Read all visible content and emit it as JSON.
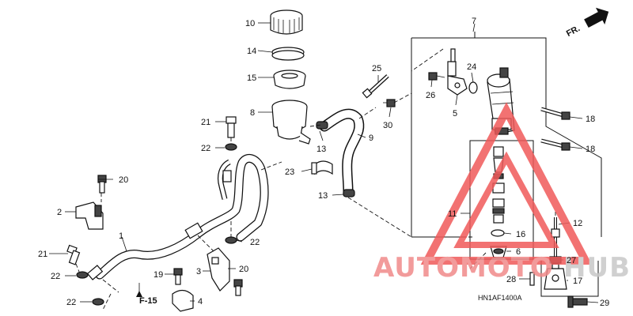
{
  "diagram_code": "HN1AF1400A",
  "direction_label": "FR.",
  "section_ref": "F-15",
  "watermark": {
    "part1": "AUTOMOTO",
    "part2": "HUB",
    "color_main": "#f08a8a",
    "color_hub": "#c8c8c8",
    "color_triangle": "#f05a5a"
  },
  "callouts": {
    "c1": "1",
    "c2": "2",
    "c3": "3",
    "c4": "4",
    "c5": "5",
    "c6": "6",
    "c7": "7",
    "c8": "8",
    "c9": "9",
    "c10": "10",
    "c11": "11",
    "c12": "12",
    "c13a": "13",
    "c13b": "13",
    "c14": "14",
    "c15": "15",
    "c16": "16",
    "c17": "17",
    "c18a": "18",
    "c18b": "18",
    "c19": "19",
    "c20a": "20",
    "c20b": "20",
    "c21a": "21",
    "c21b": "21",
    "c22a": "22",
    "c22b": "22",
    "c22c": "22",
    "c22d": "22",
    "c23": "23",
    "c24": "24",
    "c25": "25",
    "c26": "26",
    "c27": "27",
    "c28": "28",
    "c29": "29",
    "c30": "30"
  }
}
